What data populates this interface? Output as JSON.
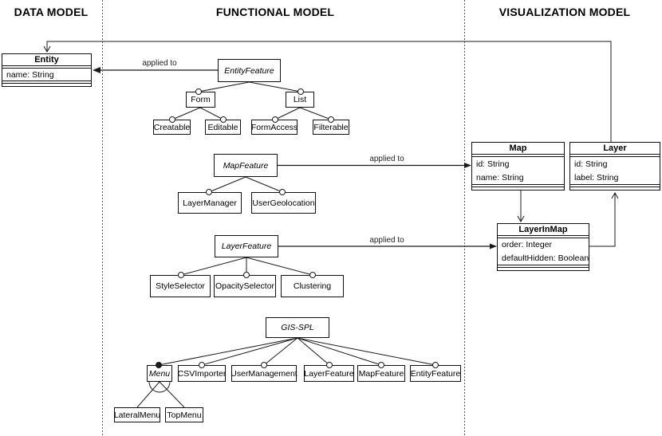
{
  "diagram": {
    "headers": [
      {
        "label": "DATA MODEL"
      },
      {
        "label": "FUNCTIONAL MODEL"
      },
      {
        "label": "VISUALIZATION MODEL"
      }
    ],
    "classes": {
      "entity": {
        "title": "Entity",
        "attributes": [
          "name: String"
        ]
      },
      "map": {
        "title": "Map",
        "attributes": [
          "id: String",
          "name: String"
        ]
      },
      "layer": {
        "title": "Layer",
        "attributes": [
          "id: String",
          "label: String"
        ]
      },
      "layerInMap": {
        "title": "LayerInMap",
        "attributes": [
          "order: Integer",
          "defaultHidden: Boolean"
        ]
      }
    },
    "features": {
      "entityFeature": "EntityFeature",
      "form": "Form",
      "list": "List",
      "creatable": "Creatable",
      "editable": "Editable",
      "formAccess": "FormAccess",
      "filterable": "Filterable",
      "mapFeature": "MapFeature",
      "layerManager": "LayerManager",
      "userGeolocation": "UserGeolocation",
      "layerFeature": "LayerFeature",
      "styleSelector": "StyleSelector",
      "opacitySelector": "OpacitySelector",
      "clustering": "Clustering",
      "gisSpl": "GIS-SPL",
      "menu": "Menu",
      "csvImporter": "CSVImporter",
      "userManagement": "UserManagement",
      "layerFeatureRef": "LayerFeature",
      "mapFeatureRef": "MapFeature",
      "entityFeatureRef": "EntityFeature",
      "lateralMenu": "LateralMenu",
      "topMenu": "TopMenu"
    },
    "edge_labels": {
      "entity_applied_to": "applied to",
      "map_applied_to": "applied to",
      "layer_applied_to": "applied to"
    },
    "colors": {
      "line": "#1a1a1a",
      "applied_arrow": "#666666",
      "divider": "#555555",
      "background": "#ffffff"
    }
  }
}
